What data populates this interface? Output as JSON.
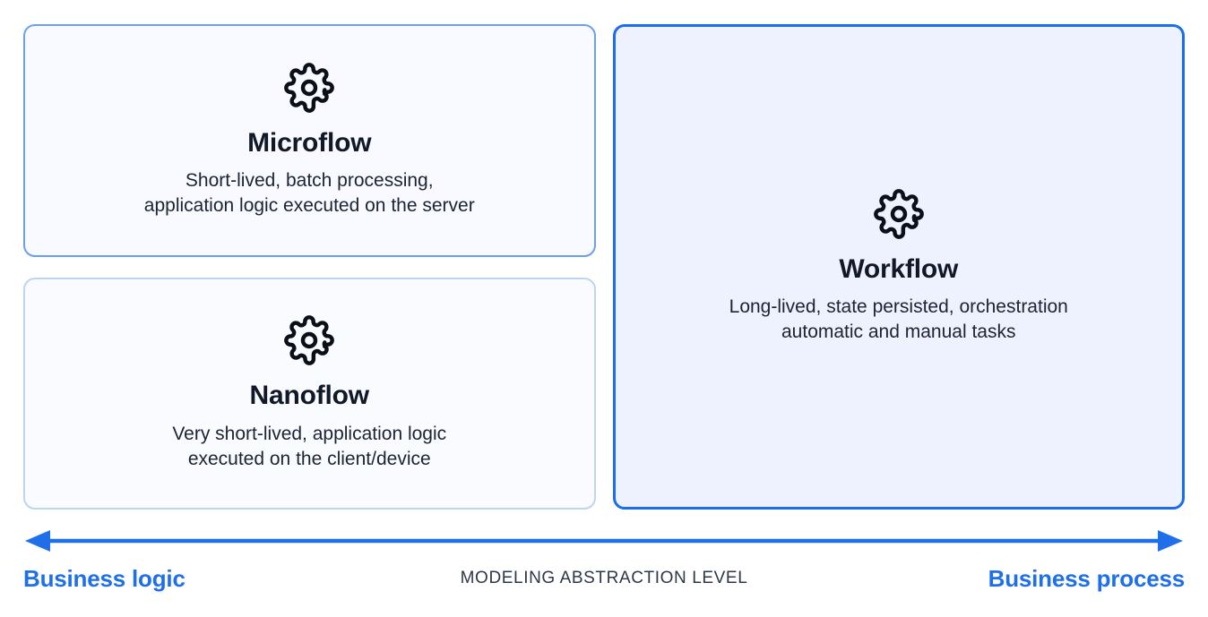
{
  "diagram": {
    "icon_name": "gear-icon",
    "cards": [
      {
        "id": "microflow",
        "title": "Microflow",
        "description": "Short-lived, batch processing,\napplication logic executed on the server",
        "border_color": "#6c9ff0",
        "fill_color": "#f8faff"
      },
      {
        "id": "nanoflow",
        "title": "Nanoflow",
        "description": "Very short-lived, application logic\nexecuted on the client/device",
        "border_color": "#bdd4f5",
        "fill_color": "#fafbff"
      },
      {
        "id": "workflow",
        "title": "Workflow",
        "description": "Long-lived, state persisted, orchestration\nautomatic and manual tasks",
        "border_color": "#1a6cf0",
        "fill_color": "#eef2fe"
      }
    ],
    "axis": {
      "left_label": "Business logic",
      "center_label": "MODELING ABSTRACTION LEVEL",
      "right_label": "Business process",
      "arrow_color": "#1f6feb",
      "accent_color": "#1f6feb",
      "center_label_color": "#2d3748"
    }
  }
}
